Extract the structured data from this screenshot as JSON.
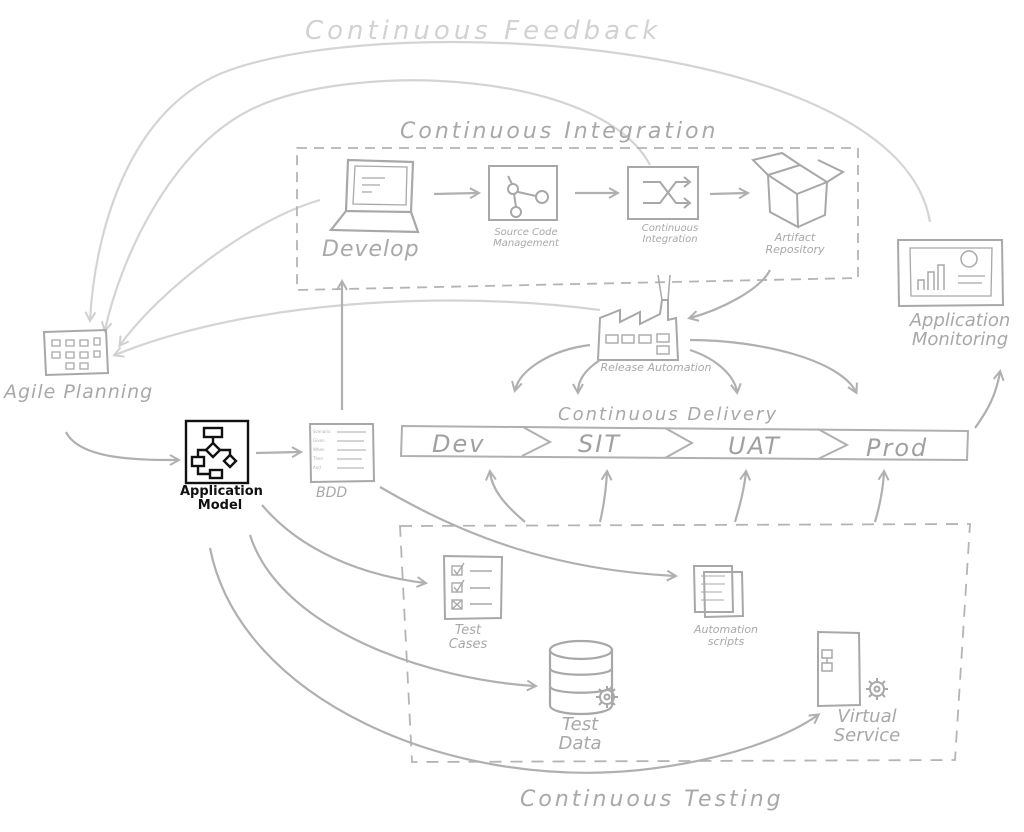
{
  "sections": {
    "continuous_feedback": "Continuous Feedback",
    "continuous_integration": "Continuous Integration",
    "continuous_delivery": "Continuous Delivery",
    "continuous_testing": "Continuous Testing"
  },
  "nodes": {
    "develop": "Develop",
    "source_code_management": "Source Code Management",
    "continuous_integration": "Continuous Integration",
    "artifact_repository": "Artifact Repository",
    "application_monitoring": "Application Monitoring",
    "agile_planning": "Agile Planning",
    "application_model": "Application Model",
    "bdd": "BDD",
    "release_automation": "Release Automation",
    "test_cases": "Test Cases",
    "automation_scripts": "Automation scripts",
    "test_data": "Test Data",
    "virtual_service": "Virtual Service"
  },
  "pipeline_stages": [
    "Dev",
    "SIT",
    "UAT",
    "Prod"
  ],
  "bdd_lines": [
    "Scenario",
    "Given",
    "When",
    "Then",
    "And"
  ],
  "colors": {
    "sketch": "#b0b0b0",
    "highlight": "#111111"
  }
}
